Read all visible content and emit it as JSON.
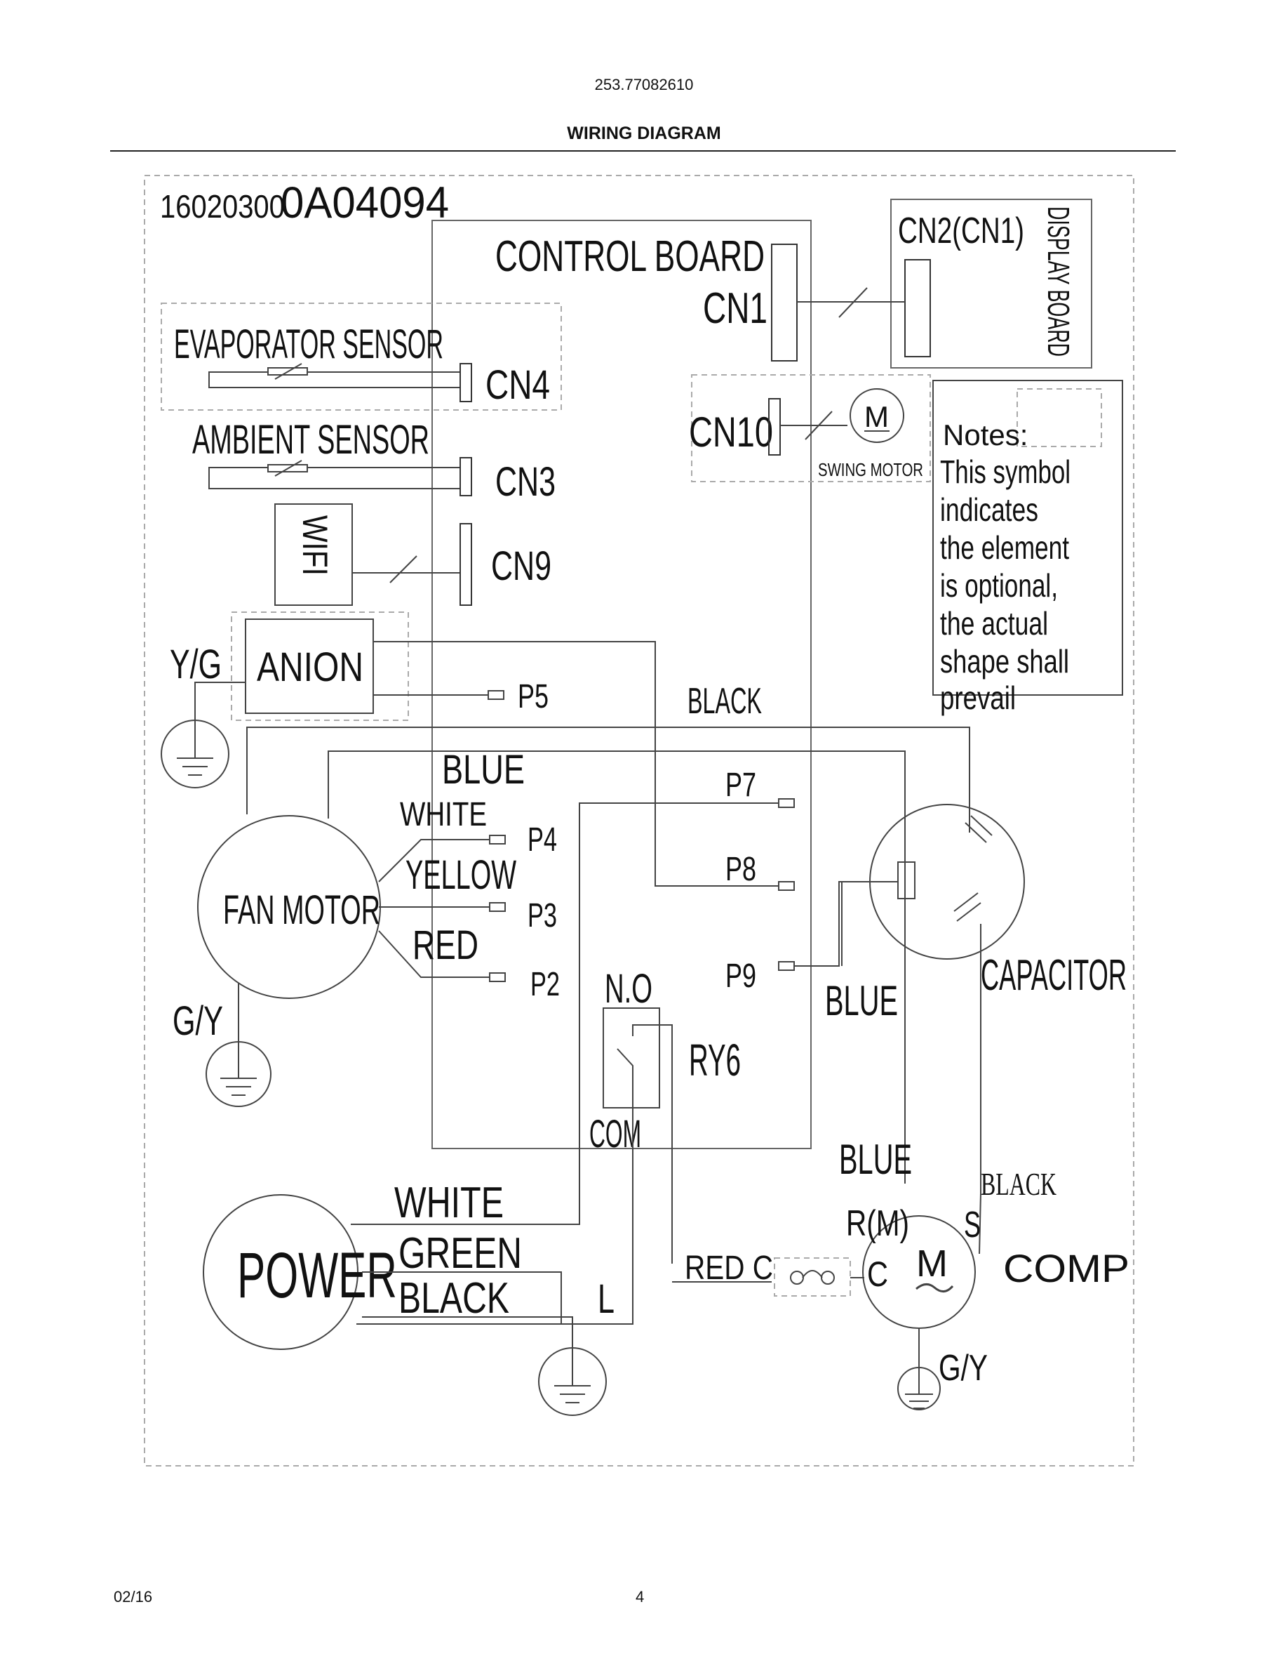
{
  "header": {
    "model": "253.77082610",
    "title": "WIRING DIAGRAM"
  },
  "footer": {
    "date": "02/16",
    "page": "4"
  },
  "diagram": {
    "part_code_a": "16020300",
    "part_code_b": "0A04094",
    "control_board": "CONTROL BOARD",
    "connectors": {
      "cn1": "CN1",
      "cn4": "CN4",
      "cn3": "CN3",
      "cn9": "CN9",
      "cn10": "CN10",
      "cn2": "CN2(CN1)"
    },
    "display_board": "DISPLAY BOARD",
    "evaporator_sensor": "EVAPORATOR SENSOR",
    "ambient_sensor": "AMBIENT SENSOR",
    "wifi": "WIFI",
    "anion": "ANION",
    "yg": "Y/G",
    "swing_motor": "SWING MOTOR",
    "motor_symbol": "M",
    "notes": [
      "Notes:",
      "This symbol",
      "indicates",
      "the element",
      "is optional,",
      "the actual",
      "shape shall",
      "prevail"
    ],
    "terminals": {
      "p5": "P5",
      "p7": "P7",
      "p8": "P8",
      "p9": "P9",
      "p4": "P4",
      "p3": "P3",
      "p2": "P2"
    },
    "wires": {
      "black_top": "BLACK",
      "blue_fan": "BLUE",
      "white_fan": "WHITE",
      "yellow_fan": "YELLOW",
      "red_fan": "RED",
      "blue_cap": "BLUE",
      "blue_comp": "BLUE",
      "black_comp": "BLACK",
      "white_power": "WHITE",
      "green_power": "GREEN",
      "black_power": "BLACK",
      "red_c": "RED C"
    },
    "fan_motor": "FAN MOTOR",
    "gy_fan": "G/Y",
    "relay": {
      "no": "N.O",
      "name": "RY6",
      "com": "COM"
    },
    "capacitor": "CAPACITOR",
    "power": "POWER",
    "l": "L",
    "compressor": {
      "rm": "R(M)",
      "s": "S",
      "c": "C",
      "comp": "COMP",
      "m": "M",
      "gy": "G/Y"
    }
  }
}
